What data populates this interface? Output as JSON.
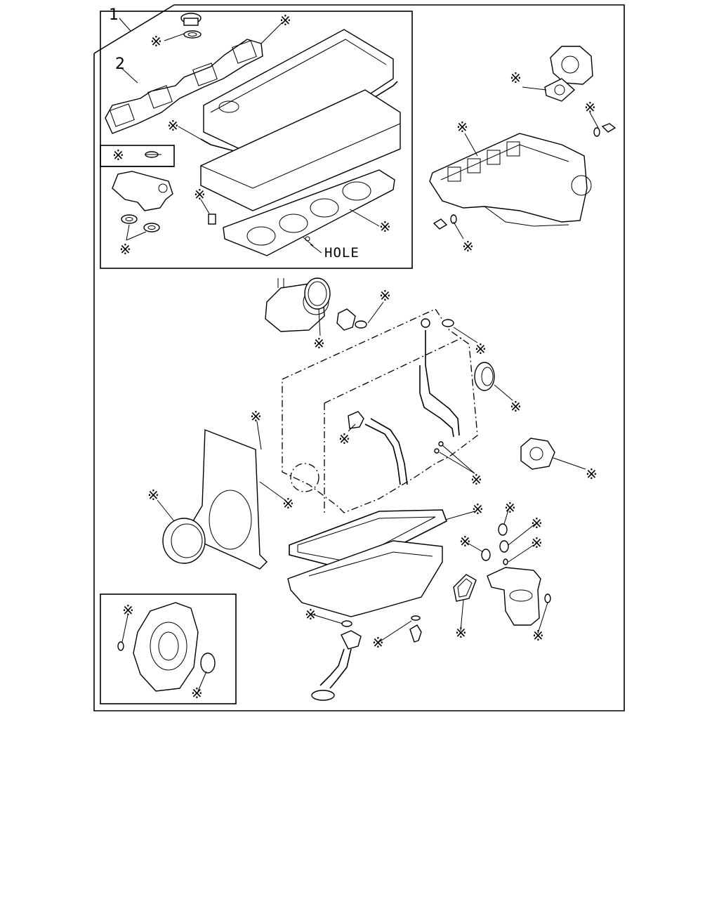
{
  "labels": {
    "callout_1": "1",
    "callout_2": "2",
    "hole": "HOLE",
    "mark": "※"
  },
  "colors": {
    "line": "#000000",
    "background": "#ffffff"
  }
}
